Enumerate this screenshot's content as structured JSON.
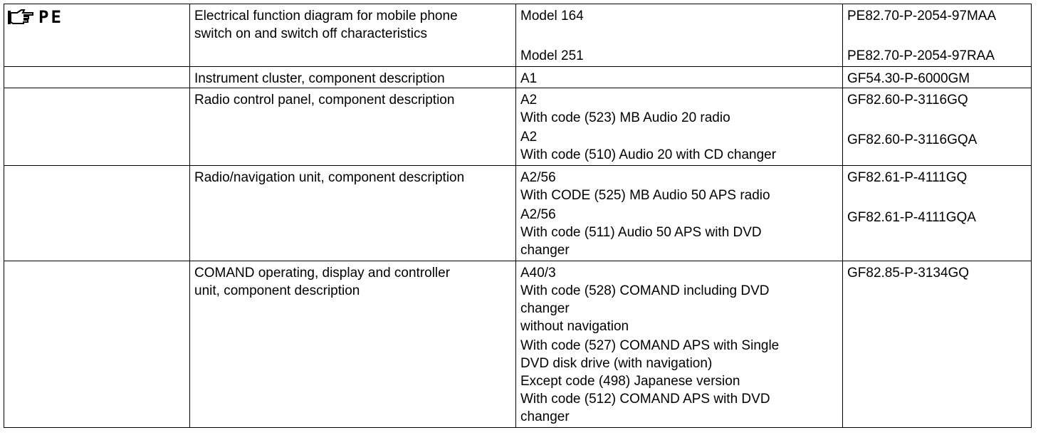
{
  "header": {
    "reference_mark": "PE",
    "pointer_icon": "pointing-hand-icon"
  },
  "rows": [
    {
      "description": [
        "Electrical function diagram for mobile phone",
        "switch on and switch off characteristics"
      ],
      "conditions": [
        [
          "Model 164"
        ],
        [
          "Model 251"
        ]
      ],
      "documents": [
        "PE82.70-P-2054-97MAA",
        "PE82.70-P-2054-97RAA"
      ]
    },
    {
      "description": [
        "Instrument cluster, component description"
      ],
      "conditions": [
        [
          "A1"
        ]
      ],
      "documents": [
        "GF54.30-P-6000GM"
      ]
    },
    {
      "description": [
        "Radio control panel, component description"
      ],
      "conditions": [
        [
          "A2",
          "With code (523) MB Audio 20 radio"
        ],
        [
          "A2",
          "With code (510) Audio 20 with CD changer"
        ]
      ],
      "documents": [
        "GF82.60-P-3116GQ",
        "GF82.60-P-3116GQA"
      ]
    },
    {
      "description": [
        "Radio/navigation unit, component description"
      ],
      "conditions": [
        [
          "A2/56",
          "With CODE (525) MB Audio 50 APS radio"
        ],
        [
          "A2/56",
          "With code (511) Audio 50 APS with DVD",
          "changer"
        ]
      ],
      "documents": [
        "GF82.61-P-4111GQ",
        "GF82.61-P-4111GQA"
      ]
    },
    {
      "description": [
        "COMAND operating, display and controller",
        "unit, component description"
      ],
      "conditions": [
        [
          "A40/3",
          "With code (528) COMAND including DVD",
          "changer",
          "without navigation"
        ],
        [
          "With code (527) COMAND APS with Single",
          "DVD disk drive (with navigation)",
          "Except code (498) Japanese version",
          "With code (512) COMAND APS with DVD",
          "changer"
        ]
      ],
      "documents": [
        "GF82.85-P-3134GQ"
      ]
    }
  ]
}
